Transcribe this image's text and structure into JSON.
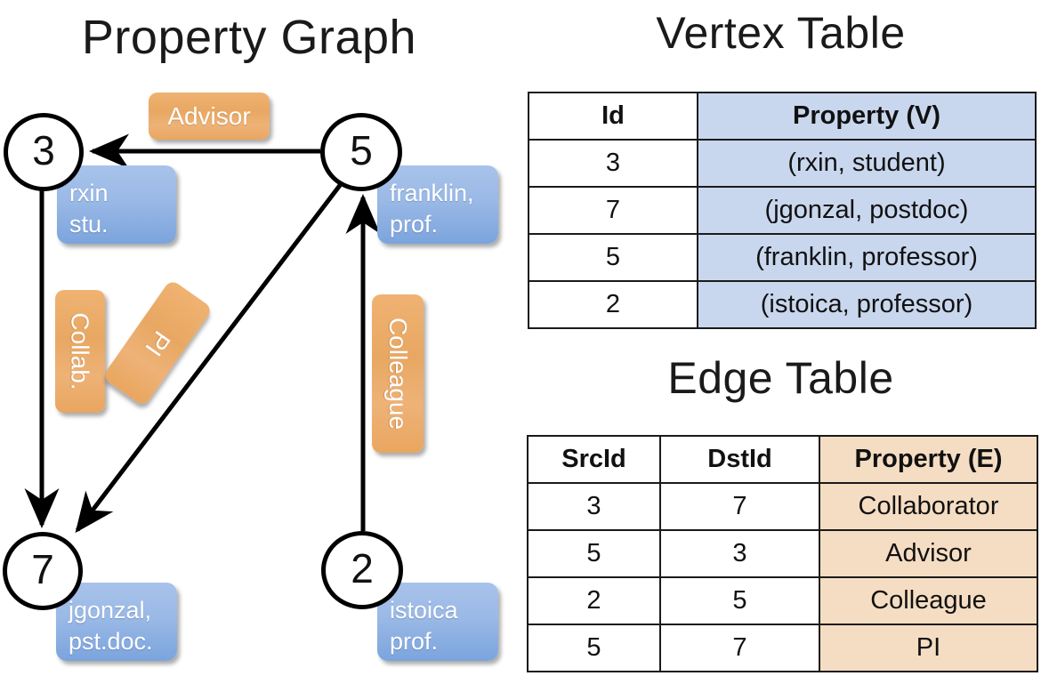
{
  "titles": {
    "property_graph": "Property Graph",
    "vertex_table": "Vertex Table",
    "edge_table": "Edge Table"
  },
  "graph": {
    "nodes": [
      {
        "id": "3",
        "property_lines": [
          "rxin",
          "stu."
        ]
      },
      {
        "id": "5",
        "property_lines": [
          "franklin,",
          "prof."
        ]
      },
      {
        "id": "7",
        "property_lines": [
          "jgonzal,",
          "pst.doc."
        ]
      },
      {
        "id": "2",
        "property_lines": [
          "istoica",
          "prof."
        ]
      }
    ],
    "edge_labels": [
      {
        "name": "advisor",
        "text": "Advisor",
        "orientation": "horizontal"
      },
      {
        "name": "collab",
        "text": "Collab.",
        "orientation": "vertical"
      },
      {
        "name": "pi",
        "text": "PI",
        "orientation": "diagonal"
      },
      {
        "name": "colleague",
        "text": "Colleague",
        "orientation": "vertical"
      }
    ],
    "edges": [
      {
        "src": "5",
        "dst": "3",
        "label": "Advisor"
      },
      {
        "src": "3",
        "dst": "7",
        "label": "Collab."
      },
      {
        "src": "5",
        "dst": "7",
        "label": "PI"
      },
      {
        "src": "2",
        "dst": "5",
        "label": "Colleague"
      }
    ]
  },
  "vertex_table": {
    "headers": [
      "Id",
      "Property (V)"
    ],
    "rows": [
      {
        "id": "3",
        "property": "(rxin, student)"
      },
      {
        "id": "7",
        "property": "(jgonzal, postdoc)"
      },
      {
        "id": "5",
        "property": "(franklin, professor)"
      },
      {
        "id": "2",
        "property": "(istoica, professor)"
      }
    ]
  },
  "edge_table": {
    "headers": [
      "SrcId",
      "DstId",
      "Property (E)"
    ],
    "rows": [
      {
        "src": "3",
        "dst": "7",
        "property": "Collaborator"
      },
      {
        "src": "5",
        "dst": "3",
        "property": "Advisor"
      },
      {
        "src": "2",
        "dst": "5",
        "property": "Colleague"
      },
      {
        "src": "5",
        "dst": "7",
        "property": "PI"
      }
    ]
  },
  "colors": {
    "vertex_property_fill": "#c9d7ee",
    "edge_property_fill": "#f5ddc3",
    "node_box_blue": "#9ab9e6",
    "edge_label_orange": "#e8a863",
    "stroke": "#000000"
  }
}
